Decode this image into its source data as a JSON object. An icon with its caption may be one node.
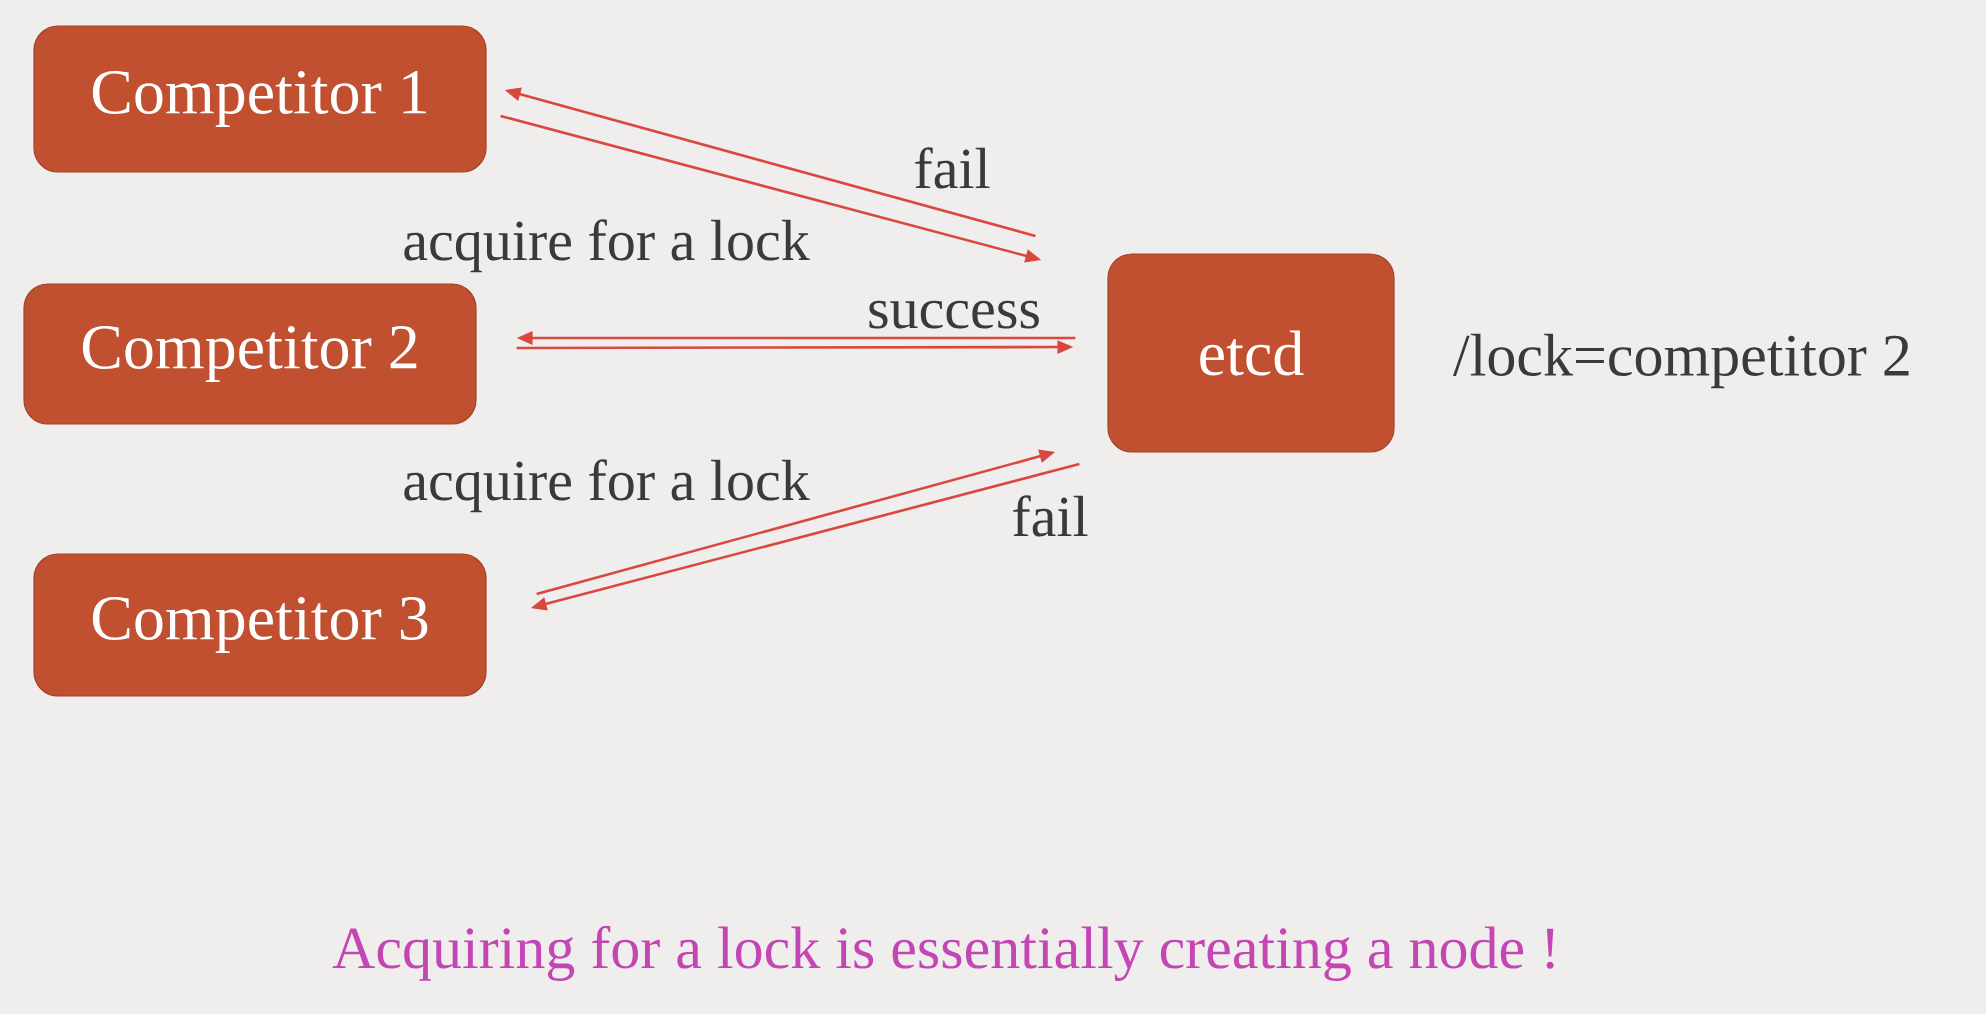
{
  "diagram": {
    "nodes": [
      {
        "text": [
          "Competitor 1"
        ]
      },
      {
        "text": [
          "Competitor 2"
        ]
      },
      {
        "text": [
          "Competitor 3"
        ]
      },
      {
        "text": [
          "etcd"
        ],
        "beside": [
          "/lock=competitor 2"
        ]
      }
    ],
    "edges": [
      {
        "from": 3,
        "to": 0,
        "arrow": "to",
        "label": "fail"
      },
      {
        "from": 0,
        "to": 3,
        "arrow": "to",
        "label": "acquire for a lock"
      },
      {
        "from": 3,
        "to": 1,
        "arrow": "to",
        "label": "success"
      },
      {
        "from": 1,
        "to": 3,
        "arrow": "to"
      },
      {
        "from": 2,
        "to": 3,
        "arrow": "to",
        "label": "acquire for a lock"
      },
      {
        "from": 3,
        "to": 2,
        "arrow": "to",
        "label": "fail"
      }
    ],
    "caption": "Acquiring for a lock is essentially creating a node !"
  }
}
